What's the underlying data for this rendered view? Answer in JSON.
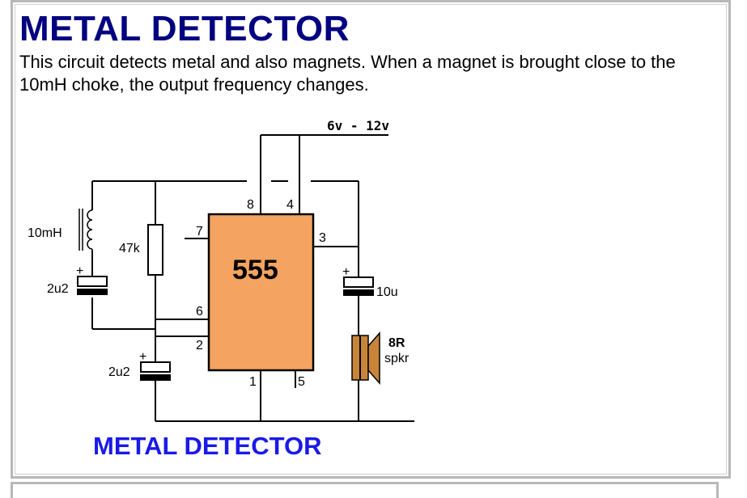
{
  "page": {
    "title": "METAL DETECTOR",
    "intro": "This circuit detects metal and also magnets. When a magnet is brought close to the 10mH choke, the output frequency changes."
  },
  "schematic": {
    "supply_label": "6v - 12v",
    "ic_label": "555",
    "pins": {
      "p8": "8",
      "p4": "4",
      "p7": "7",
      "p3": "3",
      "p6": "6",
      "p2": "2",
      "p1": "1",
      "p5": "5"
    },
    "inductor_label": "10mH",
    "resistor_label": "47k",
    "cap_top_label": "2u2",
    "cap_bottom_label": "2u2",
    "cap_out_label": "10u",
    "plus_sign": "+",
    "speaker_value": "8R",
    "speaker_label": "spkr",
    "caption": "METAL DETECTOR"
  },
  "colors": {
    "title": "#000080",
    "ic_fill": "#f4a460",
    "speaker_fill": "#c8853a",
    "caption": "#1a1ae8"
  }
}
